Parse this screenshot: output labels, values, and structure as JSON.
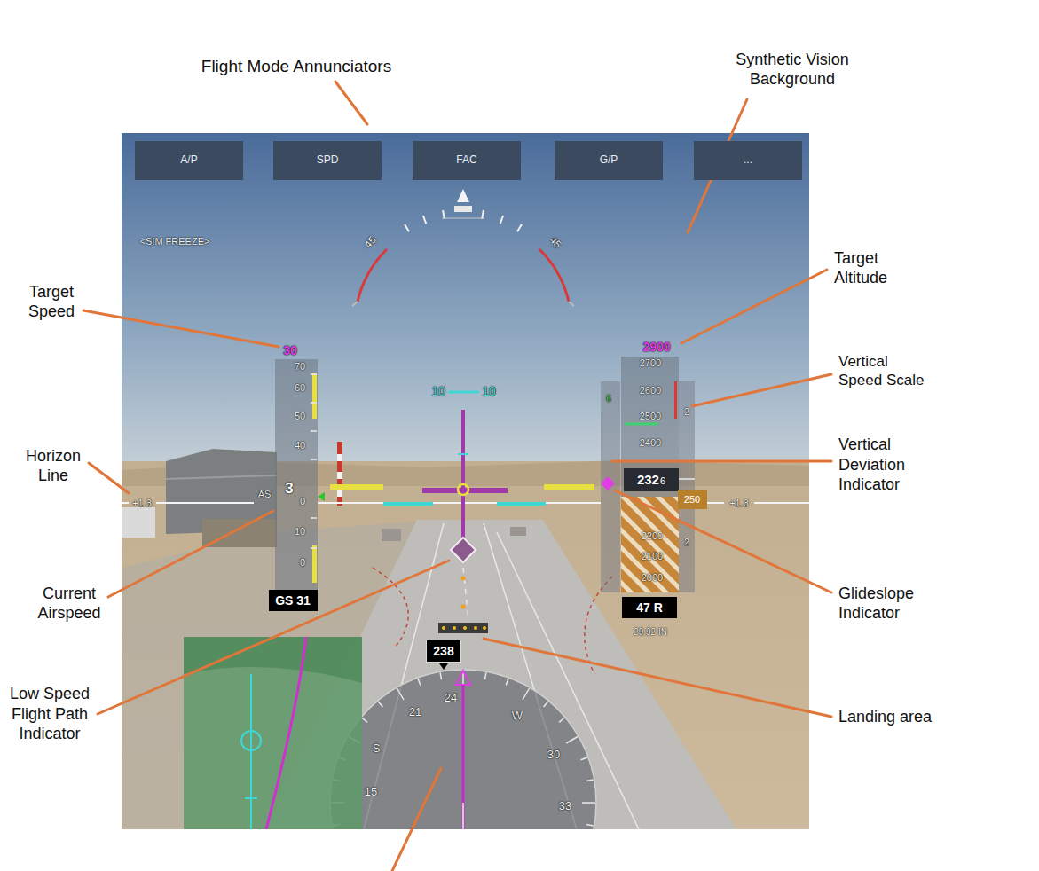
{
  "diagram": {
    "nodes": [
      {
        "text": [
          "A/P"
        ]
      },
      {
        "text": [
          "SPD"
        ]
      },
      {
        "text": [
          "FAC"
        ]
      },
      {
        "text": [
          "G/P"
        ]
      },
      {
        "text": [
          "..."
        ]
      },
      {
        "text": [
          "GS 31"
        ]
      },
      {
        "text": [
          "232",
          "6"
        ]
      },
      {
        "text": [
          "47 R"
        ]
      },
      {
        "text": [
          "250"
        ]
      },
      {
        "text": [
          "238"
        ]
      }
    ],
    "labels": [
      "Flight Mode Annunciators",
      "Synthetic Vision Background",
      "Target Speed",
      "Target Altitude",
      "Vertical Speed Scale",
      "Horizon Line",
      "Vertical Deviation Indicator",
      "Current Airspeed",
      "Glideslope Indicator",
      "Low Speed Flight Path Indicator",
      "Landing area",
      "<SIM FREEZE>",
      "45",
      "45",
      "30",
      "2900",
      "10",
      "10",
      "70",
      "60",
      "50",
      "40",
      "3",
      "0",
      "10",
      "0",
      "AS",
      "+1.3",
      "+1.3",
      "2700",
      "2600",
      "2500",
      "2400",
      "2200",
      "2100",
      "2000",
      "6",
      "2",
      "2",
      "29.92 IN",
      "21",
      "24",
      "W",
      "30",
      "S",
      "15",
      "33"
    ]
  }
}
